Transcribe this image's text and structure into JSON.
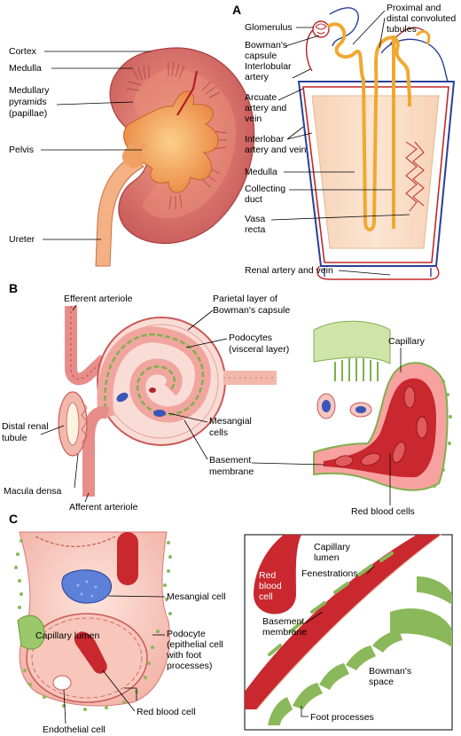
{
  "panels": {
    "a": "A",
    "b": "B",
    "c": "C"
  },
  "panel_a": {
    "cortex": "Cortex",
    "medulla": "Medulla",
    "medullary_pyramids": [
      "Medullary",
      "pyramids",
      "(papillae)"
    ],
    "pelvis": "Pelvis",
    "ureter": "Ureter",
    "glomerulus": "Glomerulus",
    "bowmans_capsule": [
      "Bowman's",
      "capsule"
    ],
    "convoluted_tubules": [
      "Proximal and",
      "distal convoluted",
      "tubules"
    ],
    "interlobular_artery": [
      "Interlobular",
      "artery"
    ],
    "arcuate": [
      "Arcuate",
      "artery and",
      "vein"
    ],
    "interlobar": [
      "Interlobar",
      "artery and vein"
    ],
    "medulla_right": "Medulla",
    "collecting_duct": [
      "Collecting",
      "duct"
    ],
    "vasa_recta": [
      "Vasa",
      "recta"
    ],
    "renal_artery_vein": "Renal artery and vein"
  },
  "panel_b": {
    "efferent_arteriole": "Efferent arteriole",
    "parietal_layer": [
      "Parietal layer of",
      "Bowman's capsule"
    ],
    "podocytes": [
      "Podocytes",
      "(visceral layer)"
    ],
    "capillary": "Capillary",
    "distal_renal_tubule": [
      "Distal renal",
      "tubule"
    ],
    "mesangial_cells": [
      "Mesangial",
      "cells"
    ],
    "basement_membrane": [
      "Basement",
      "membrane"
    ],
    "macula_densa": "Macula densa",
    "afferent_arteriole": "Afferent arteriole",
    "red_blood_cells": "Red blood cells"
  },
  "panel_c": {
    "mesangial_cell": "Mesangial cell",
    "capillary_lumen": "Capillary lumen",
    "podocyte": [
      "Podocyte",
      "(epithelial cell",
      "with foot",
      "processes)"
    ],
    "red_blood_cell": "Red blood cell",
    "endothelial_cell": "Endothelial cell",
    "capillary_lumen_right": [
      "Capillary",
      "lumen"
    ],
    "fenestrations": "Fenestrations",
    "red_blood_cell_right": [
      "Red",
      "blood",
      "cell"
    ],
    "basement_membrane": [
      "Basement",
      "membrane"
    ],
    "bowmans_space": [
      "Bowman's",
      "space"
    ],
    "foot_processes": "Foot processes"
  },
  "colors": {
    "cortex": "#d9706a",
    "pelvis": "#f0a060",
    "tubule": "#f5b93a",
    "artery": "#c02828",
    "vein": "#2a3f9a",
    "podocyte": "#8ab85a",
    "capsule": "#f6c8c0",
    "rbc": "#c8282e",
    "mesangial": "#3a55b8"
  }
}
